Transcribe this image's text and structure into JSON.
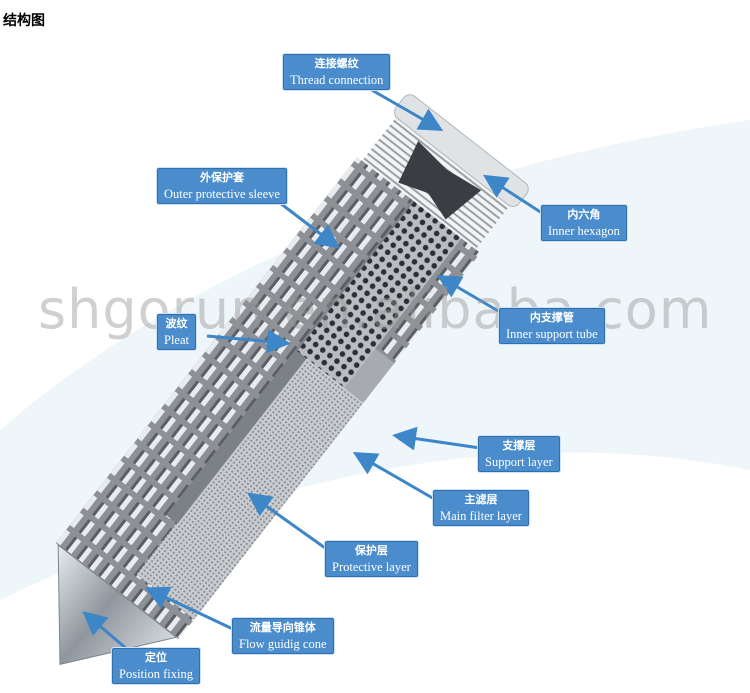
{
  "title": "结构图",
  "watermark": "shgorun.en.alibaba.com",
  "colors": {
    "label_bg": "#4a8ccc",
    "arrow": "#3d86c8",
    "background_swoosh": "#eef6fa"
  },
  "labels": [
    {
      "id": "thread",
      "zh": "连接螺纹",
      "en": "Thread connection"
    },
    {
      "id": "outer-sleeve",
      "zh": "外保护套",
      "en": "Outer protective sleeve"
    },
    {
      "id": "inner-hexagon",
      "zh": "内六角",
      "en": "Inner hexagon"
    },
    {
      "id": "inner-tube",
      "zh": "内支撑管",
      "en": "Inner support tube"
    },
    {
      "id": "pleat",
      "zh": "波纹",
      "en": "Pleat"
    },
    {
      "id": "support-layer",
      "zh": "支撑层",
      "en": "Support layer"
    },
    {
      "id": "main-filter",
      "zh": "主滤层",
      "en": "Main filter layer"
    },
    {
      "id": "protective-layer",
      "zh": "保护层",
      "en": "Protective layer"
    },
    {
      "id": "flow-cone",
      "zh": "流量导向锥体",
      "en": "Flow guidig cone"
    },
    {
      "id": "position-fixing",
      "zh": "定位",
      "en": "Position fixing"
    }
  ]
}
